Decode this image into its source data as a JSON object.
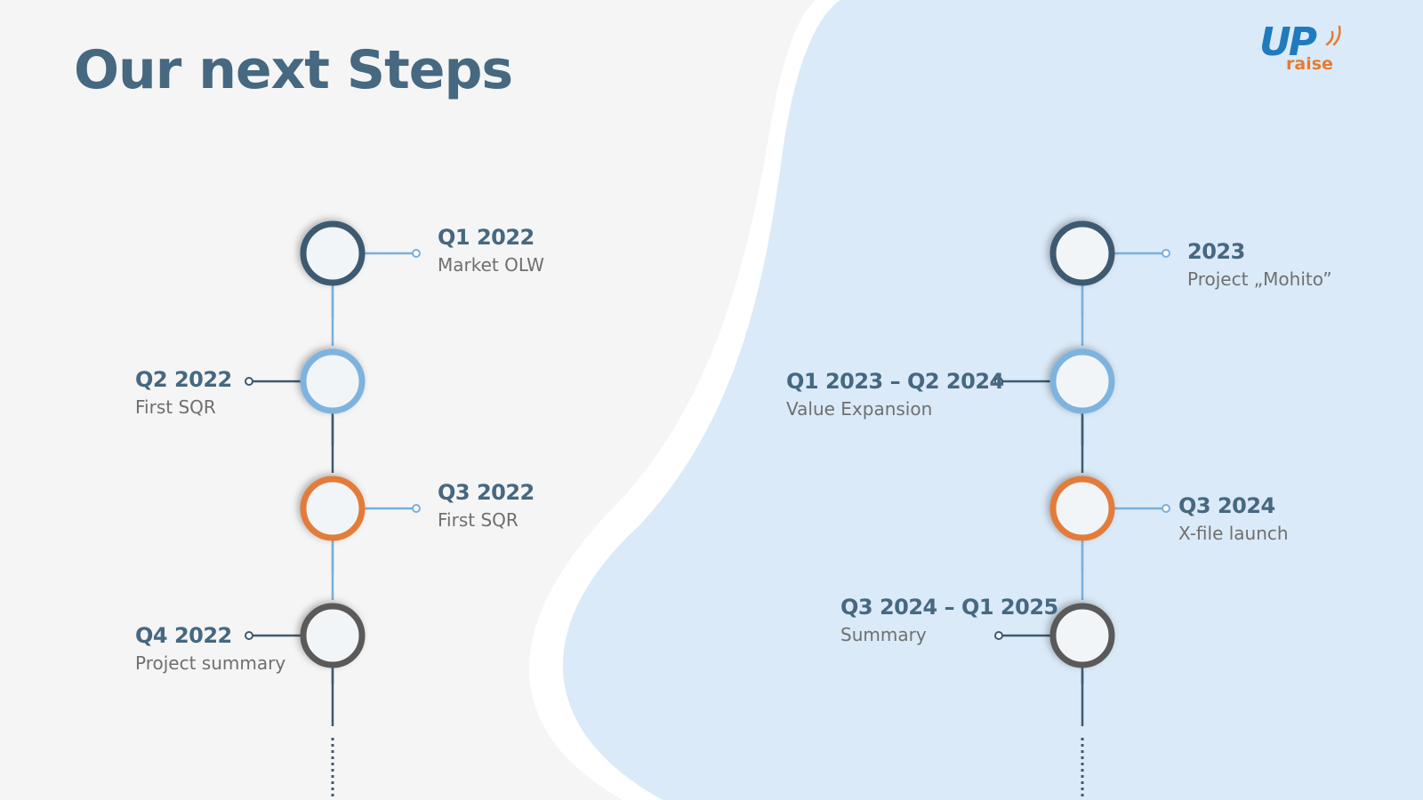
{
  "header": {
    "title": "Our next Steps"
  },
  "logo": {
    "up": "UP",
    "raise": "raise"
  },
  "colors": {
    "dark": "#3e5a71",
    "blue": "#7eb3df",
    "orange": "#e37c3b",
    "gray": "#5a5a5a",
    "line_blue": "#7aafdc",
    "line_dark": "#3e5a71",
    "panel": "#dbeaf8"
  },
  "timeline": [
    {
      "heading": "Q1 2022",
      "subtitle": "Market OLW",
      "ring": "dark",
      "side": "right"
    },
    {
      "heading": "Q2 2022",
      "subtitle": "First SQR",
      "ring": "blue",
      "side": "left"
    },
    {
      "heading": "Q3 2022",
      "subtitle": "First SQR",
      "ring": "orange",
      "side": "right"
    },
    {
      "heading": "Q4 2022",
      "subtitle": "Project summary",
      "ring": "gray",
      "side": "left"
    },
    {
      "heading": "2023",
      "subtitle": "Project „Mohito”",
      "ring": "dark",
      "side": "right"
    },
    {
      "heading": "Q1 2023 – Q2 2024",
      "subtitle": "Value Expansion",
      "ring": "blue",
      "side": "left"
    },
    {
      "heading": "Q3 2024",
      "subtitle": "X-file launch",
      "ring": "orange",
      "side": "right"
    },
    {
      "heading": "Q3 2024 – Q1 2025",
      "subtitle": "Summary",
      "ring": "gray",
      "side": "left"
    }
  ]
}
